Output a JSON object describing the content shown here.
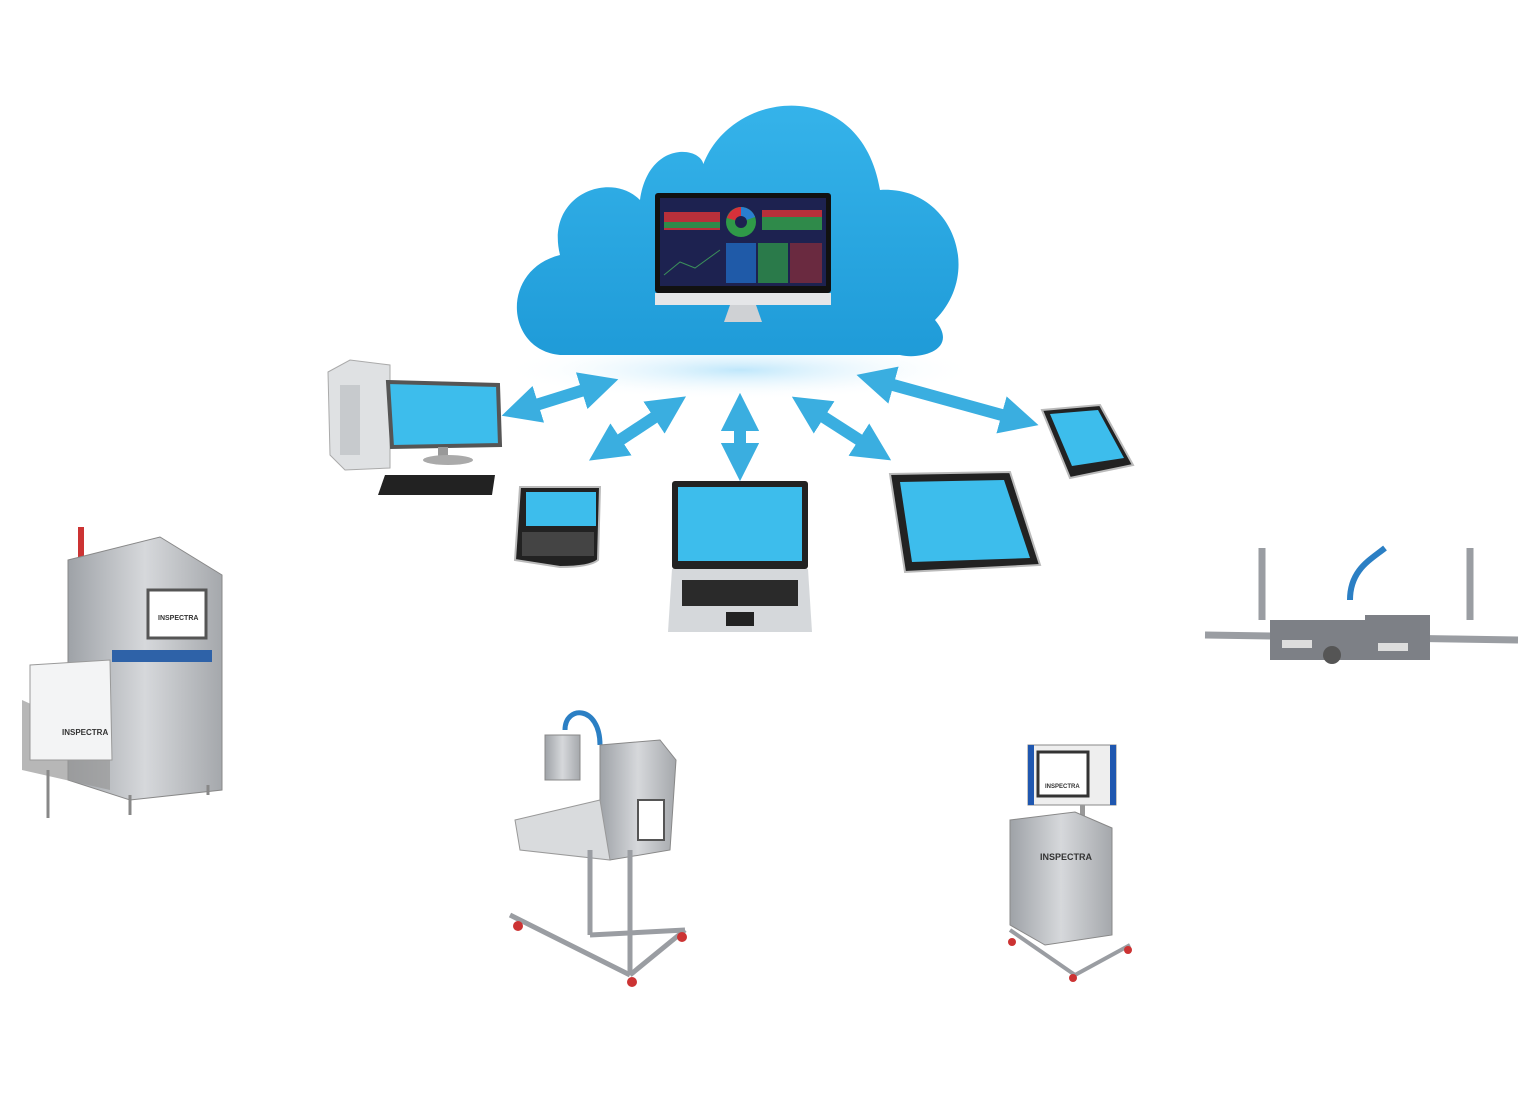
{
  "brand": {
    "logo_text": "INSPECTRA"
  },
  "colors": {
    "cloud": "#2aa7e0",
    "screen": "#3dbdec",
    "arrow": "#3aaee0",
    "steel": "#b9bcc0",
    "dashboard_bg": "#1d2250"
  },
  "diagram": {
    "hub": "cloud-dashboard",
    "devices": [
      "desktop-computer",
      "blackberry-phone",
      "laptop",
      "tablet",
      "smartphone"
    ],
    "machines": [
      "checkweigher",
      "mobile-inspection-cart",
      "control-cabinet-with-display",
      "overhead-sensor-rail"
    ]
  }
}
